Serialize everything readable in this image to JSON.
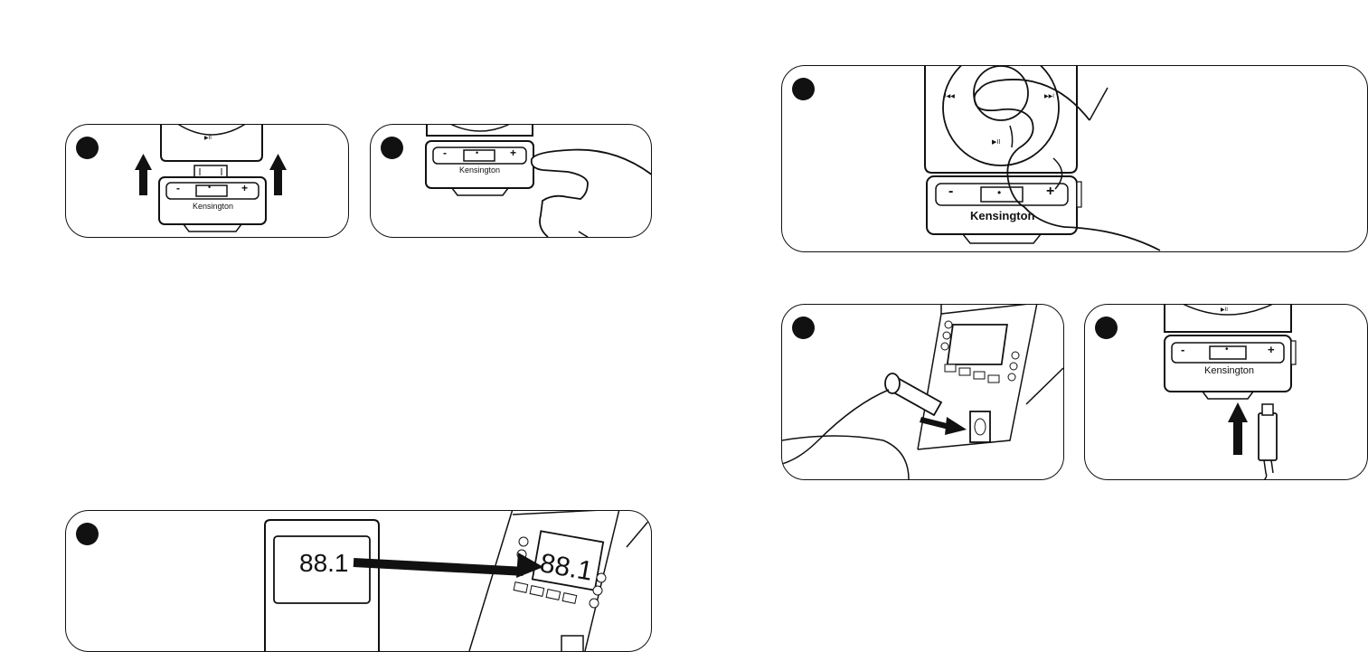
{
  "brand": "Kensington",
  "display_frequency": "88.1",
  "button_minus": "-",
  "button_plus": "+",
  "button_center": "•",
  "play_pause_glyph": "▶II",
  "prev_glyph": "I◀◀",
  "next_glyph": "▶▶I",
  "panels": [
    {
      "id": "attach-transmitter",
      "icons": [
        "up-arrow-icon",
        "up-arrow-icon"
      ]
    },
    {
      "id": "press-button"
    },
    {
      "id": "press-ipod-play"
    },
    {
      "id": "plug-car-charger",
      "icons": [
        "right-arrow-icon"
      ]
    },
    {
      "id": "connect-cable",
      "icons": [
        "up-arrow-icon"
      ]
    },
    {
      "id": "tune-radio",
      "icons": [
        "right-arrow-icon"
      ]
    }
  ],
  "colors": {
    "line": "#111111",
    "fill": "#ffffff"
  }
}
